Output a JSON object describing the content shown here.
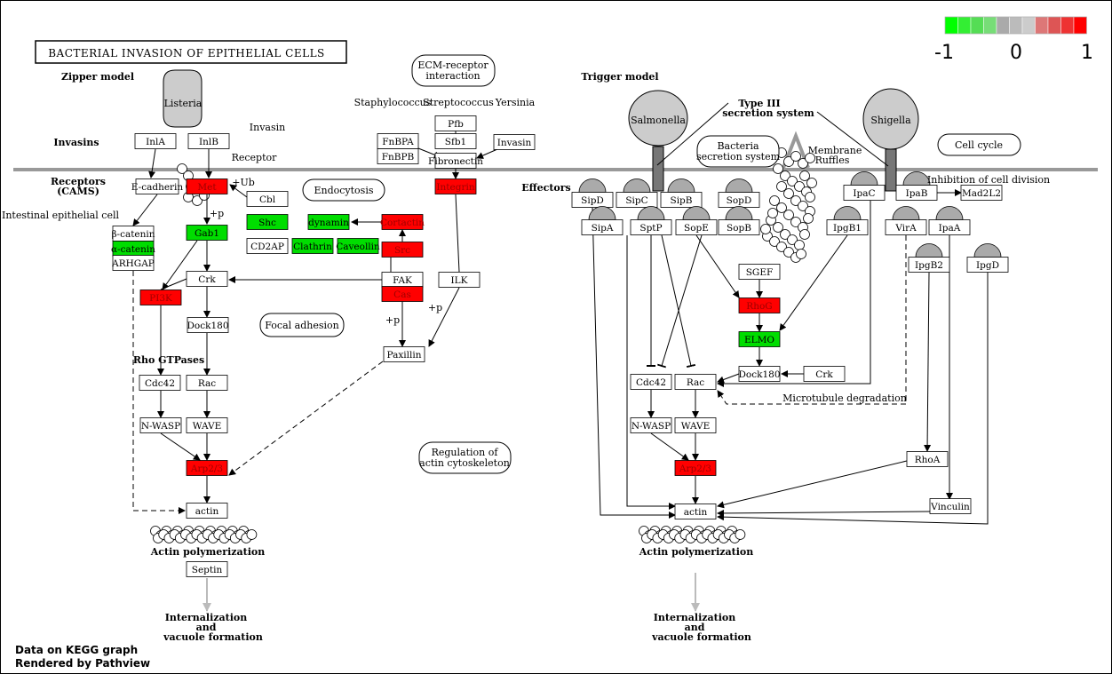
{
  "title": "BACTERIAL INVASION OF EPITHELIAL CELLS",
  "legend": {
    "colors": [
      "#00ff00",
      "#33ee33",
      "#55dd55",
      "#77dd77",
      "#aaaaaa",
      "#bbbbbb",
      "#cccccc",
      "#dd7777",
      "#dd5555",
      "#ee3333",
      "#ff0000"
    ],
    "labels": [
      "-1",
      "0",
      "1"
    ]
  },
  "colors": {
    "up": "#ff0000",
    "down": "#00dd00",
    "none": "#ffffff",
    "pathogen": "#cccccc",
    "membrane": "#999999"
  },
  "pathogens": {
    "listeria": "Listeria",
    "salmonella": "Salmonella",
    "shigella": "Shigella"
  },
  "labels": {
    "zipper_model": "Zipper model",
    "trigger_model": "Trigger model",
    "invasins": "Invasins",
    "receptors": "Receptors",
    "cams": "(CAMS)",
    "intestinal": "Intestinal epithelial cell",
    "invasin_note": "Invasin",
    "receptor_note": "Receptor",
    "ub": "+Ub",
    "p1": "+p",
    "p2": "+p",
    "p3": "+p",
    "staph": "Staphylococcus",
    "strep": "Streptococcus",
    "yersinia": "Yersinia",
    "type3_1": "Type III",
    "type3_2": "secretion system",
    "membrane_1": "Membrane",
    "membrane_2": "Ruffles",
    "inhibition": "Inhibition of cell division",
    "effectors": "Effectors",
    "rho_gtpases": "Rho GTPases",
    "actin_poly_l": "Actin polymerization",
    "actin_poly_r": "Actin polymerization",
    "intern_l1": "Internalization",
    "intern_l2": "and",
    "intern_l3": "vacuole formation",
    "intern_r1": "Internalization",
    "intern_r2": "and",
    "intern_r3": "vacuole formation",
    "microtubule": "Microtubule degradation"
  },
  "maps": {
    "ecm_1": "ECM-receptor",
    "ecm_2": "interaction",
    "endocytosis": "Endocytosis",
    "focal": "Focal adhesion",
    "regulation_1": "Regulation of",
    "regulation_2": "actin cytoskeleton",
    "bacteria_1": "Bacteria",
    "bacteria_2": "secretion system",
    "cell_cycle": "Cell cycle"
  },
  "genes": {
    "inla": "InlA",
    "inlb": "InlB",
    "ecadherin": "E-cadherin",
    "met": "Met",
    "cbl": "Cbl",
    "shc": "Shc",
    "cd2ap": "CD2AP",
    "gab1": "Gab1",
    "bcatenin": "β-catenin",
    "acatenin": "α-catenin",
    "arhgap": "ARHGAP",
    "pi3k": "PI3K",
    "crk_l": "Crk",
    "dock180_l": "Dock180",
    "cdc42_l": "Cdc42",
    "rac_l": "Rac",
    "nwasp_l": "N-WASP",
    "wave_l": "WAVE",
    "arp23_l": "Arp2/3",
    "actin_l": "actin",
    "septin": "Septin",
    "dynamin": "dynamin",
    "clathrin": "Clathrin",
    "caveolin": "Caveollin",
    "cortactin": "Cortactin",
    "src": "Src",
    "fak": "FAK",
    "cas": "Cas",
    "paxillin": "Paxillin",
    "fnbpa": "FnBPA",
    "fnbpb": "FnBPB",
    "pfb": "Pfb",
    "sfb1": "Sfb1",
    "invasin_y": "Invasin",
    "fibronectin": "Fibronectin",
    "integrin": "Integrin",
    "ilk": "ILK",
    "sipd": "SipD",
    "sipc": "SipC",
    "sipb": "SipB",
    "sopd": "SopD",
    "sipa": "SipA",
    "sptp": "SptP",
    "sope": "SopE",
    "sopb": "SopB",
    "sgef": "SGEF",
    "rhog": "RhoG",
    "elmo": "ELMO",
    "dock180_r": "Dock180",
    "crk_r": "Crk",
    "cdc42_r": "Cdc42",
    "rac_r": "Rac",
    "nwasp_r": "N-WASP",
    "wave_r": "WAVE",
    "arp23_r": "Arp2/3",
    "actin_r": "actin",
    "ipac": "IpaC",
    "ipab": "IpaB",
    "mad2l2": "Mad2L2",
    "ipgb1": "IpgB1",
    "vira": "VirA",
    "ipaa": "IpaA",
    "ipgb2": "IpgB2",
    "ipgd": "IpgD",
    "rhoa": "RhoA",
    "vinculin": "Vinculin"
  },
  "footer": {
    "line1": "Data on KEGG graph",
    "line2": "Rendered by Pathview"
  }
}
